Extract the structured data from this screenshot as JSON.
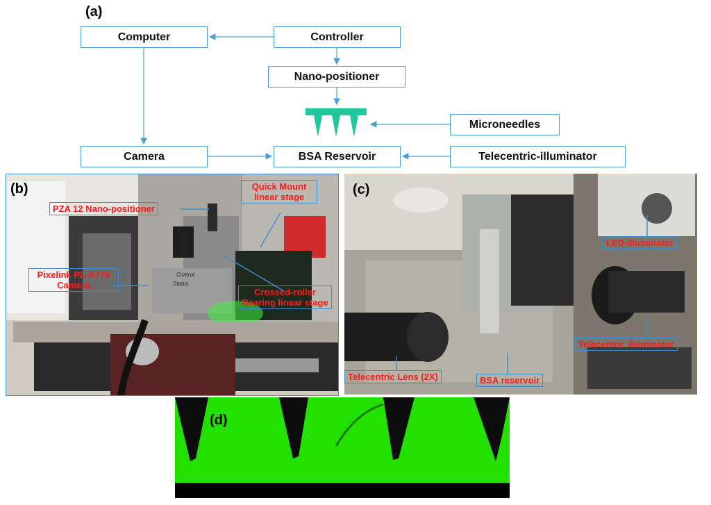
{
  "panels": {
    "a": "(a)",
    "b": "(b)",
    "c": "(c)",
    "d": "(d)"
  },
  "diagram": {
    "computer": "Computer",
    "controller": "Controller",
    "nano_positioner": "Nano-positioner",
    "microneedles": "Microneedles",
    "camera": "Camera",
    "bsa_reservoir": "BSA Reservoir",
    "telecentric_illuminator": "Telecentric-illuminator"
  },
  "photo_b": {
    "pza": "PZA 12 Nano-positioner",
    "quick_mount": "Quick Mount linear stage",
    "pixelink": "Pixelink PL-A776 Camera",
    "crossed_roller": "Crossed-roller Bearing linear stage",
    "control": "Control",
    "status": "Status"
  },
  "photo_c": {
    "led": "LED-illuminator",
    "telecentric_illum": "Telecentric illuminator",
    "lens": "Telecentric Lens (2X)",
    "bsa": "BSA reservoir"
  },
  "colors": {
    "box_border": "#4a9fd6",
    "needle": "#1fc79a",
    "label_text": "#ff1a1a",
    "microscopy_green": "#22e000"
  }
}
